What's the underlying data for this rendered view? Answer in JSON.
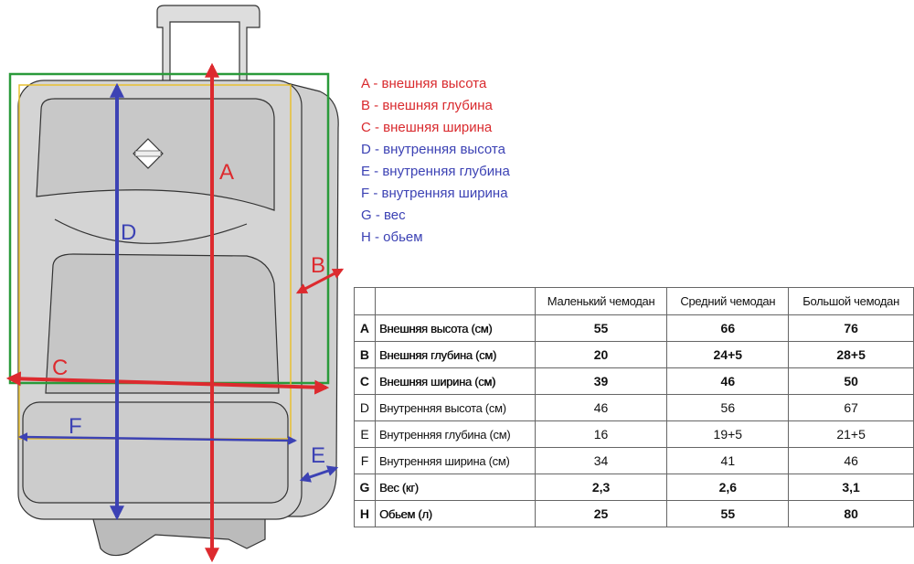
{
  "diagram": {
    "labels": {
      "A": "A",
      "B": "B",
      "C": "C",
      "D": "D",
      "E": "E",
      "F": "F"
    },
    "colors": {
      "outer": "#dd2a2e",
      "inner": "#3c42b4",
      "outer_box": "#2a9a3a",
      "inner_box": "#e8c030"
    }
  },
  "legend": [
    {
      "text": "A - внешняя высота",
      "color": "red"
    },
    {
      "text": "B - внешняя глубина",
      "color": "red"
    },
    {
      "text": "C - внешняя ширина",
      "color": "red"
    },
    {
      "text": "D - внутренняя высота",
      "color": "blue"
    },
    {
      "text": "E - внутренняя глубина",
      "color": "blue"
    },
    {
      "text": "F - внутренняя ширина",
      "color": "blue"
    },
    {
      "text": "G - вес",
      "color": "blue"
    },
    {
      "text": "H - обьем",
      "color": "blue"
    }
  ],
  "table": {
    "headers": [
      "",
      "",
      "Маленький чемодан",
      "Средний чемодан",
      "Большой чемодан"
    ],
    "rows": [
      {
        "letter": "A",
        "name": "Внешняя высота (см)",
        "values": [
          "55",
          "66",
          "76"
        ],
        "bold": true
      },
      {
        "letter": "B",
        "name": "Внешняя глубина (см)",
        "values": [
          "20",
          "24+5",
          "28+5"
        ],
        "bold": true
      },
      {
        "letter": "C",
        "name": "Внешняя ширина (см)",
        "values": [
          "39",
          "46",
          "50"
        ],
        "bold": true
      },
      {
        "letter": "D",
        "name": "Внутренняя высота (см)",
        "values": [
          "46",
          "56",
          "67"
        ],
        "bold": false
      },
      {
        "letter": "E",
        "name": "Внутренняя глубина (см)",
        "values": [
          "16",
          "19+5",
          "21+5"
        ],
        "bold": false
      },
      {
        "letter": "F",
        "name": "Внутренняя ширина (см)",
        "values": [
          "34",
          "41",
          "46"
        ],
        "bold": false
      },
      {
        "letter": "G",
        "name": "Вес (кг)",
        "values": [
          "2,3",
          "2,6",
          "3,1"
        ],
        "bold": true
      },
      {
        "letter": "H",
        "name": "Обьем (л)",
        "values": [
          "25",
          "55",
          "80"
        ],
        "bold": true
      }
    ]
  }
}
